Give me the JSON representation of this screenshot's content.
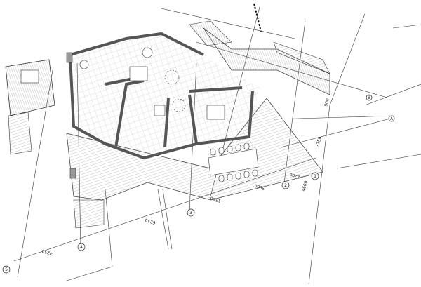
{
  "drawing": {
    "dimensions": [
      "4250",
      "6250",
      "1550",
      "3900",
      "2200",
      "4600",
      "3750",
      "900"
    ],
    "axis_markers": [
      "5",
      "4",
      "3",
      "2",
      "1",
      "A",
      "B"
    ],
    "colors": {
      "line": "#222222",
      "wall": "#8a8a8a",
      "hatch": "#9a9a9a",
      "background": "#ffffff"
    }
  }
}
